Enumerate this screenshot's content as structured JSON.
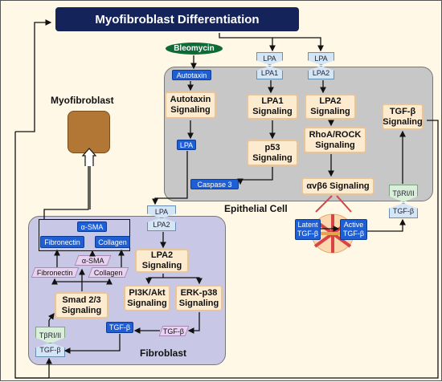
{
  "title": "Myofibroblast Differentiation",
  "myofibroblast_label": "Myofibroblast",
  "epithelial_label": "Epithelial Cell",
  "fibroblast_label": "Fibroblast",
  "bleomycin": "Bleomycin",
  "epithelial": {
    "autotaxin": "Autotaxin",
    "autotaxin_signaling": "Autotaxin Signaling",
    "lpa_out": "LPA",
    "caspase": "Caspase 3",
    "lpa1_receptor": {
      "top": "LPA",
      "bottom": "LPA1"
    },
    "lpa2_receptor": {
      "top": "LPA",
      "bottom": "LPA2"
    },
    "lpa1_signaling": "LPA1 Signaling",
    "lpa2_signaling": "LPA2 Signaling",
    "p53_signaling": "p53 Signaling",
    "rhoa_signaling": "RhoA/ROCK Signaling",
    "avb6_signaling": "αvβ6 Signaling",
    "tgfb_signaling": "TGF-β Signaling",
    "tgfb_receptor": {
      "top": "TβRI/II",
      "bottom": "TGF-β"
    },
    "latent_tgfb": "Latent TGF-β",
    "active_tgfb": "Active TGF-β"
  },
  "fibroblast": {
    "lpa2_receptor": {
      "top": "LPA",
      "bottom": "LPA2"
    },
    "lpa2_signaling": "LPA2 Signaling",
    "pi3k_signaling": "PI3K/Akt Signaling",
    "erk_signaling": "ERK-p38 Signaling",
    "smad_signaling": "Smad 2/3 Signaling",
    "tgfb_small": "TGF-β",
    "tgfb_blue": "TGF-β",
    "tgfb_receptor": {
      "top": "TβRI/II",
      "bottom": "TGF-β"
    },
    "asma_blue": "α-SMA",
    "fibronectin_blue": "Fibronectin",
    "collagen_blue": "Collagen",
    "asma_mrna": "α-SMA",
    "fibronectin_mrna": "Fibronectin",
    "collagen_mrna": "Collagen"
  }
}
